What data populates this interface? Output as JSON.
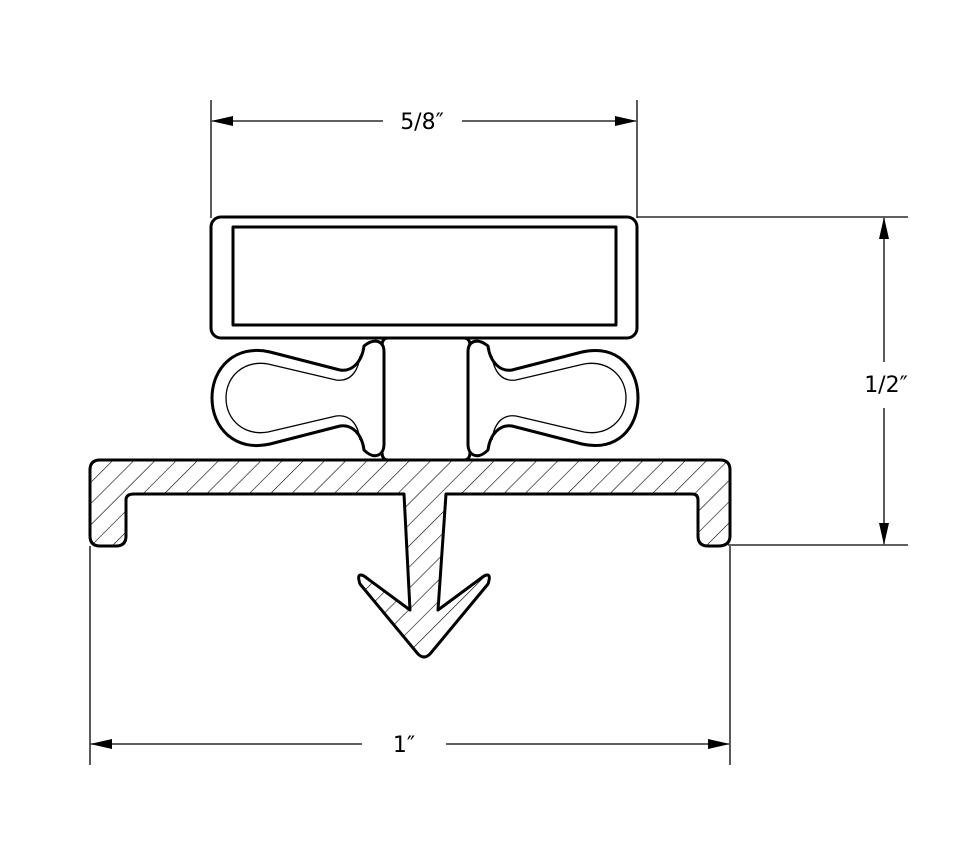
{
  "drawing": {
    "dimensions": {
      "top_width": "5/8″",
      "height": "1/2″",
      "bottom_width": "1″"
    }
  },
  "colors": {
    "stroke": "#000000",
    "background": "#ffffff"
  }
}
